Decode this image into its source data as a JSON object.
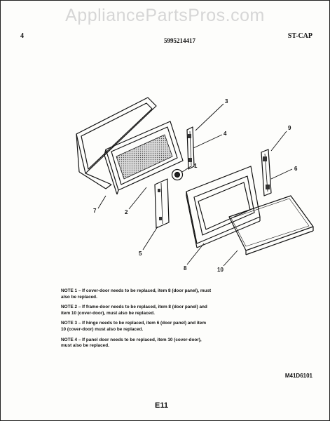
{
  "watermark": "AppliancePartsPros.com",
  "header": {
    "left": "4",
    "center": "5995214417",
    "right": "ST-CAP"
  },
  "callouts": [
    "3",
    "4",
    "9",
    "1",
    "6",
    "7",
    "2",
    "5",
    "8",
    "10"
  ],
  "notes": [
    "NOTE 1 – If cover-door needs to be replaced, item 8 (door panel), must also be replaced.",
    "NOTE 2 – If frame-door needs to be replaced, item 8 (door panel) and item 10 (cover-door), must also be replaced.",
    "NOTE 3 – If hinge needs to be replaced, item 6 (door panel) and item 10 (cover-door) must also be replaced.",
    "NOTE 4 – If panel door needs to be replaced, item 10 (cover-door), must also be replaced."
  ],
  "diagram_code": "M41D6101",
  "page_number": "E11"
}
